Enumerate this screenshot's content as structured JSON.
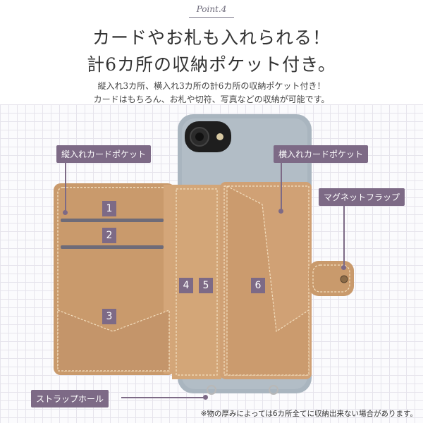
{
  "header": {
    "point_label": "Point.4",
    "headline_line1": "カードやお札も入れられる！",
    "headline_line2": "計6カ所の収納ポケット付き。",
    "subtext_line1": "縦入れ3カ所、横入れ3カ所の計6カ所の収納ポケット付き！",
    "subtext_line2": "カードはもちろん、お札や切符、写真などの収納が可能です。"
  },
  "callouts": {
    "vertical_pocket": "縦入れカードポケット",
    "horizontal_pocket": "横入れカードポケット",
    "magnet_flap": "マグネットフラップ",
    "strap_hole": "ストラップホール"
  },
  "pocket_numbers": [
    "1",
    "2",
    "3",
    "4",
    "5",
    "6"
  ],
  "footnote": "※物の厚みによっては6カ所全てに収納出来ない場合があります。",
  "colors": {
    "tag": "#7d6a86",
    "leather": "#c99a6c",
    "case": "#a9b5bf"
  }
}
